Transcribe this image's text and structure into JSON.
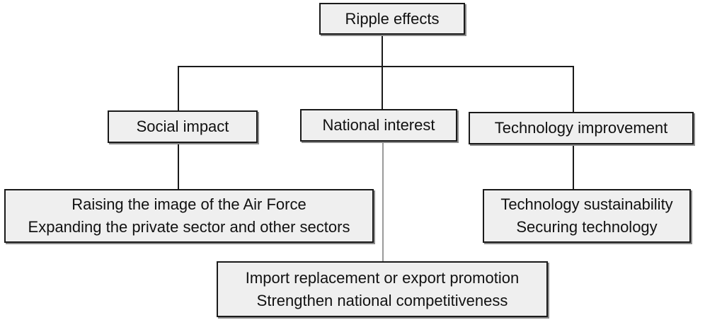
{
  "root": {
    "label": "Ripple effects"
  },
  "branches": [
    {
      "label": "Social impact",
      "details": [
        "Raising the image of the Air Force",
        "Expanding the private sector and other sectors"
      ]
    },
    {
      "label": "National interest",
      "details": [
        "Import replacement or export promotion",
        "Strengthen national competitiveness"
      ]
    },
    {
      "label": "Technology improvement",
      "details": [
        "Technology sustainability",
        "Securing technology"
      ]
    }
  ]
}
